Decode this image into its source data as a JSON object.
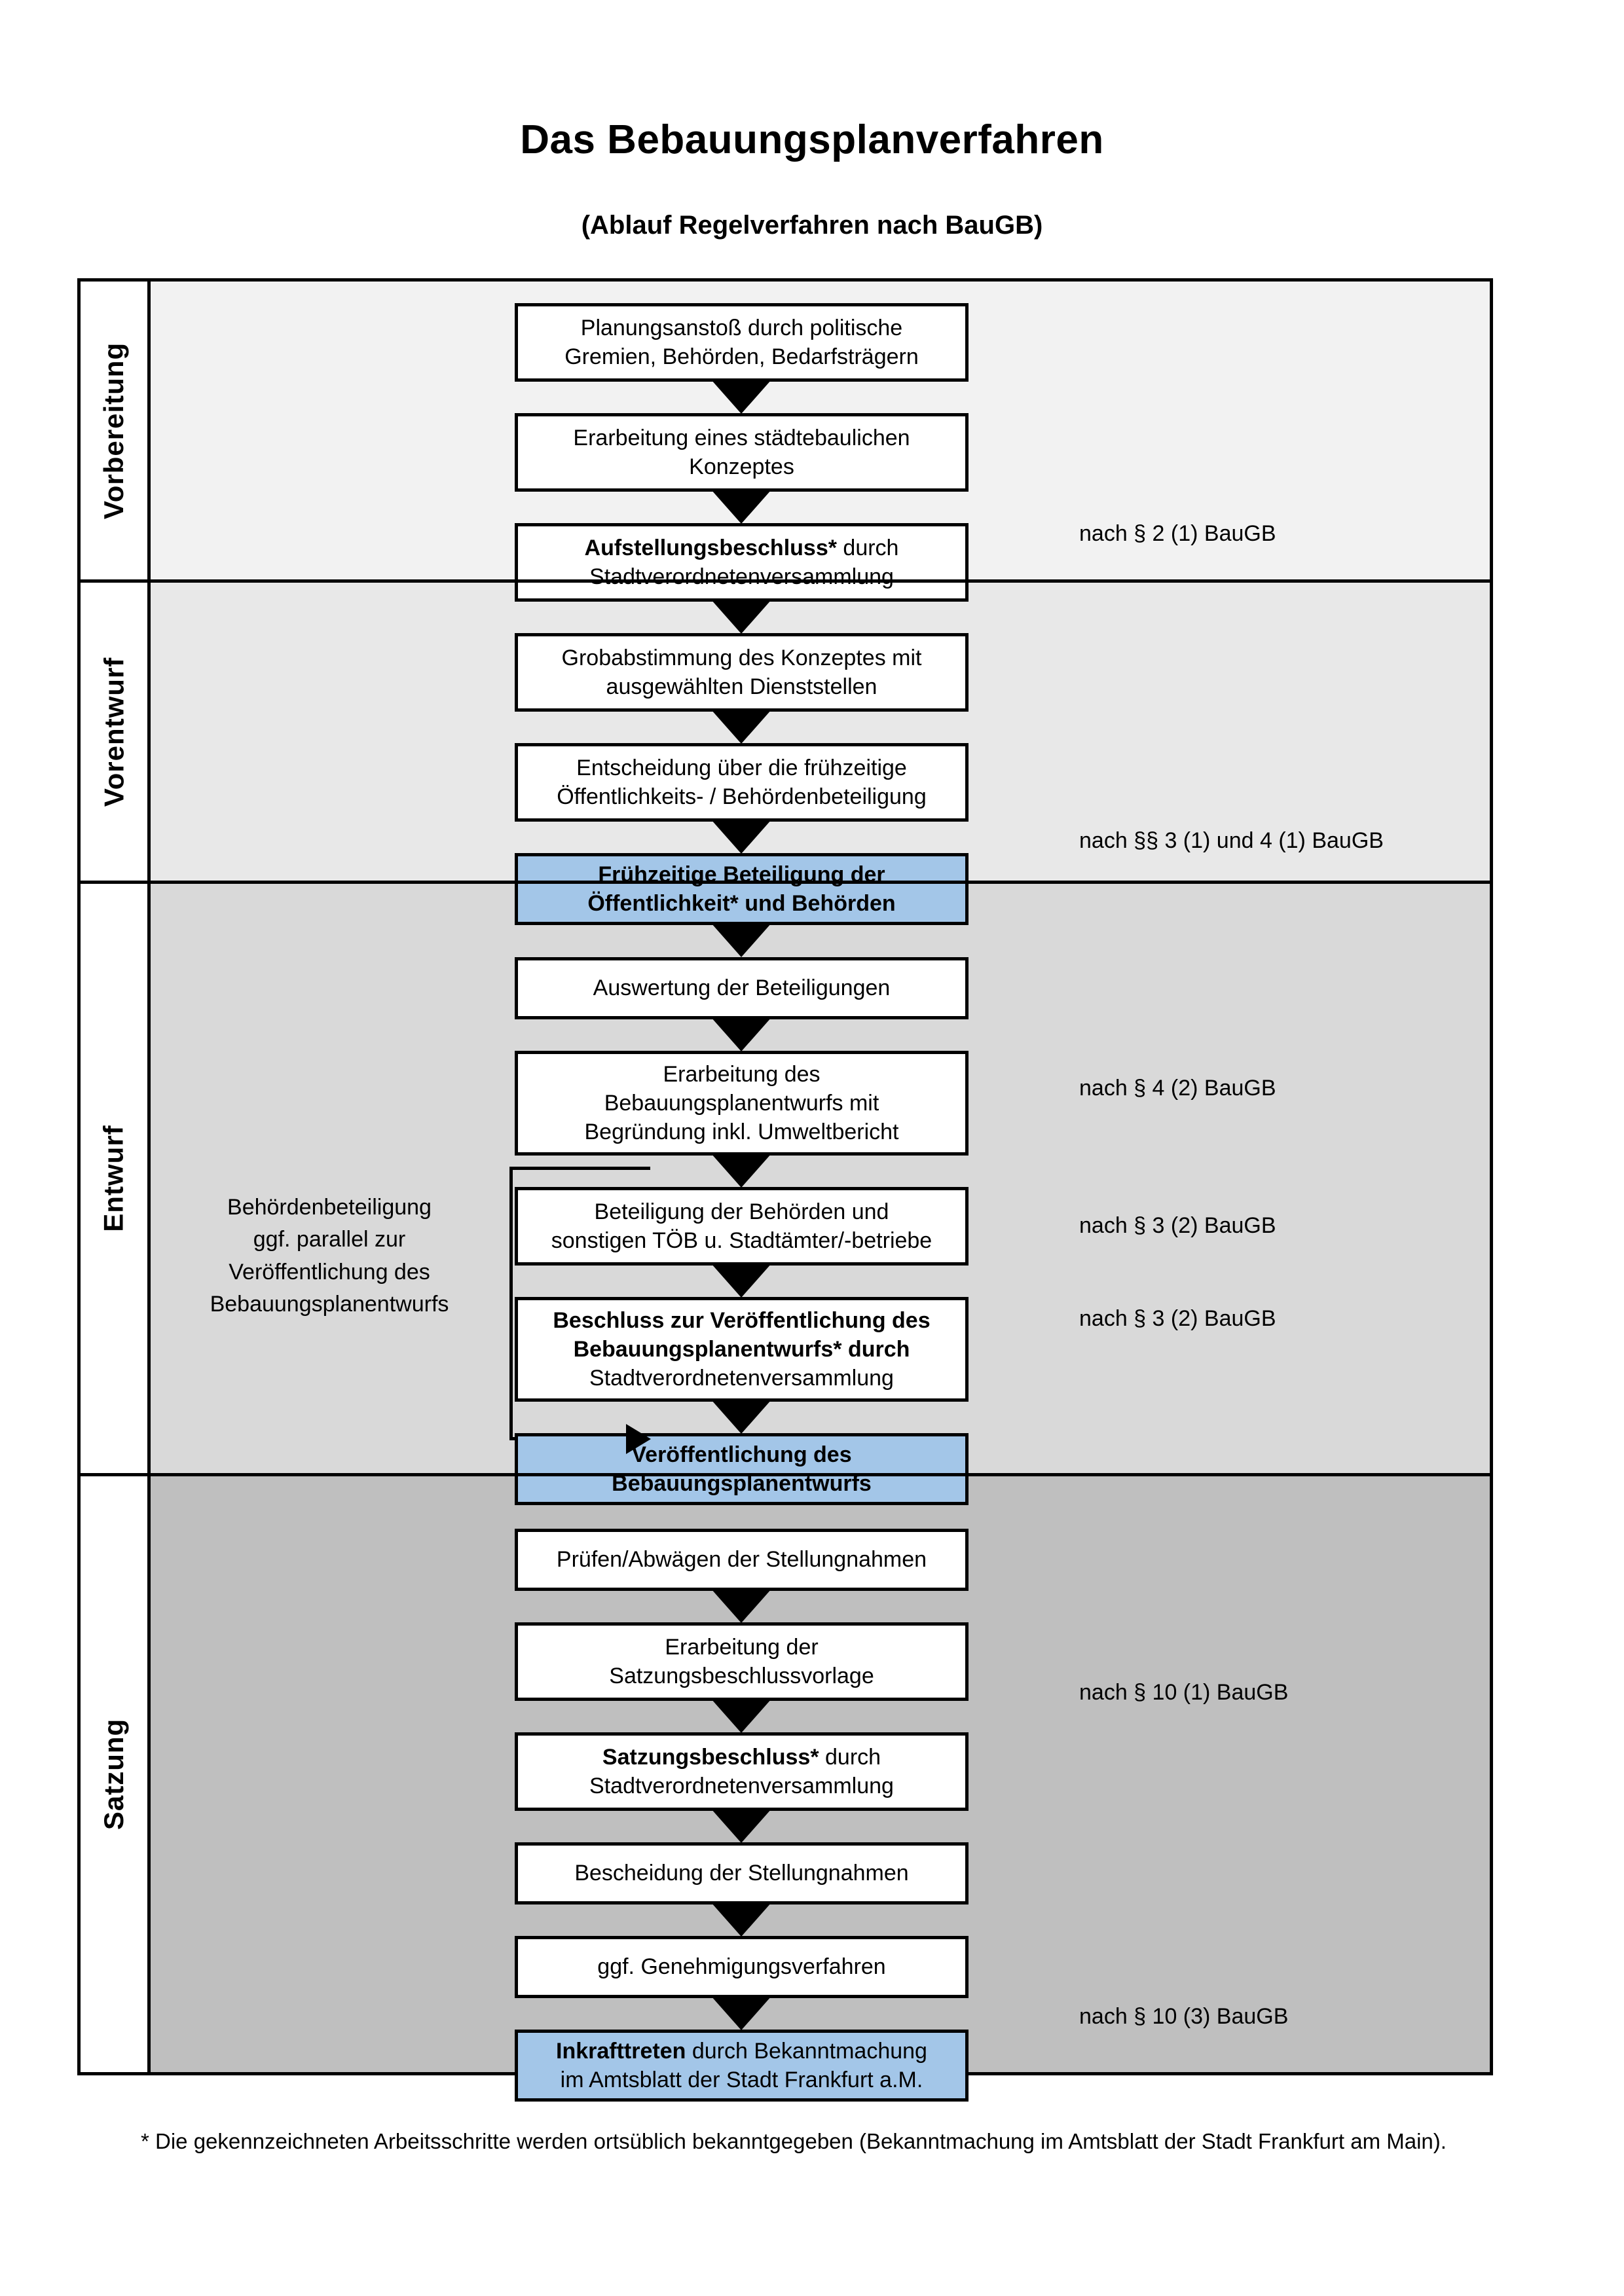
{
  "header": {
    "title": "Das Bebauungsplanverfahren",
    "subtitle": "(Ablauf Regelverfahren nach BauGB)"
  },
  "phases": [
    {
      "key": "vorbereitung",
      "label": "Vorbereitung",
      "band_color": "#f2f2f2"
    },
    {
      "key": "vorentwurf",
      "label": "Vorentwurf",
      "band_color": "#e8e8e8"
    },
    {
      "key": "entwurf",
      "label": "Entwurf",
      "band_color": "#d9d9d9"
    },
    {
      "key": "satzung",
      "label": "Satzung",
      "band_color": "#bfbfbf"
    }
  ],
  "steps": [
    {
      "id": "planungsanstoss",
      "phase": "vorbereitung",
      "lines": [
        "Planungsanstoß durch politische",
        "Gremien, Behörden, Bedarfsträgern"
      ],
      "bold_prefix": "",
      "highlight": false
    },
    {
      "id": "staedtebauliches-konzept",
      "phase": "vorbereitung",
      "lines": [
        "Erarbeitung eines städtebaulichen",
        "Konzeptes"
      ],
      "bold_prefix": "",
      "highlight": false
    },
    {
      "id": "aufstellungsbeschluss",
      "phase": "vorbereitung",
      "lines": [
        "Aufstellungsbeschluss* durch",
        "Stadtverordnetenversammlung"
      ],
      "bold_prefix": "Aufstellungsbeschluss*",
      "highlight": false
    },
    {
      "id": "grobabstimmung",
      "phase": "vorentwurf",
      "lines": [
        "Grobabstimmung des Konzeptes mit",
        "ausgewählten Dienststellen"
      ],
      "bold_prefix": "",
      "highlight": false
    },
    {
      "id": "entscheidung-fruehzeitige-beteiligung",
      "phase": "vorentwurf",
      "lines": [
        "Entscheidung über die frühzeitige",
        "Öffentlichkeits- / Behördenbeteiligung"
      ],
      "bold_prefix": "",
      "highlight": false
    },
    {
      "id": "fruehzeitige-beteiligung",
      "phase": "vorentwurf",
      "lines": [
        "Frühzeitige Beteiligung der",
        "Öffentlichkeit* und Behörden"
      ],
      "bold_prefix": "ALL",
      "highlight": true
    },
    {
      "id": "auswertung-beteiligungen",
      "phase": "entwurf",
      "lines": [
        "Auswertung der Beteiligungen"
      ],
      "bold_prefix": "",
      "highlight": false
    },
    {
      "id": "erarbeitung-bebauungsplanentwurf",
      "phase": "entwurf",
      "lines": [
        "Erarbeitung des",
        "Bebauungsplanentwurfs mit",
        "Begründung inkl. Umweltbericht"
      ],
      "bold_prefix": "",
      "highlight": false
    },
    {
      "id": "beteiligung-behoerden-toeb",
      "phase": "entwurf",
      "lines": [
        "Beteiligung der Behörden und",
        "sonstigen TÖB u. Stadtämter/-betriebe"
      ],
      "bold_prefix": "",
      "highlight": false
    },
    {
      "id": "beschluss-veroeffentlichung",
      "phase": "entwurf",
      "lines": [
        "Beschluss zur Veröffentlichung des",
        "Bebauungsplanentwurfs* durch",
        "Stadtverordnetenversammlung"
      ],
      "bold_prefix": "Beschluss zur Veröffentlichung des Bebauungsplanentwurfs*",
      "highlight": false
    },
    {
      "id": "veroeffentlichung-bebauungsplanentwurf",
      "phase": "entwurf",
      "lines": [
        "Veröffentlichung des",
        "Bebauungsplanentwurfs"
      ],
      "bold_prefix": "ALL",
      "highlight": true
    },
    {
      "id": "pruefen-abwaegen",
      "phase": "satzung",
      "lines": [
        "Prüfen/Abwägen der Stellungnahmen"
      ],
      "bold_prefix": "",
      "highlight": false
    },
    {
      "id": "erarbeitung-satzungsbeschlussvorlage",
      "phase": "satzung",
      "lines": [
        "Erarbeitung der",
        "Satzungsbeschlussvorlage"
      ],
      "bold_prefix": "",
      "highlight": false
    },
    {
      "id": "satzungsbeschluss",
      "phase": "satzung",
      "lines": [
        "Satzungsbeschluss* durch",
        "Stadtverordnetenversammlung"
      ],
      "bold_prefix": "Satzungsbeschluss*",
      "highlight": false
    },
    {
      "id": "bescheidung-stellungnahmen",
      "phase": "satzung",
      "lines": [
        "Bescheidung der Stellungnahmen"
      ],
      "bold_prefix": "",
      "highlight": false
    },
    {
      "id": "genehmigungsverfahren",
      "phase": "satzung",
      "lines": [
        "ggf. Genehmigungsverfahren"
      ],
      "bold_prefix": "",
      "highlight": false
    },
    {
      "id": "inkrafttreten",
      "phase": "satzung",
      "lines": [
        "Inkrafttreten durch Bekanntmachung",
        "im Amtsblatt der Stadt Frankfurt a.M."
      ],
      "bold_prefix": "Inkrafttreten",
      "highlight": true
    }
  ],
  "legal_notes": [
    {
      "id": "note-par2-1",
      "text": "nach § 2 (1) BauGB"
    },
    {
      "id": "note-par3-4-1",
      "text": "nach §§ 3 (1) und 4 (1) BauGB"
    },
    {
      "id": "note-par4-2",
      "text": "nach § 4 (2) BauGB"
    },
    {
      "id": "note-par3-2-a",
      "text": "nach § 3 (2) BauGB"
    },
    {
      "id": "note-par3-2-b",
      "text": "nach § 3 (2) BauGB"
    },
    {
      "id": "note-par10-1",
      "text": "nach § 10 (1) BauGB"
    },
    {
      "id": "note-par10-3",
      "text": "nach § 10 (3) BauGB"
    }
  ],
  "side_note": {
    "lines": [
      "Behördenbeteiligung",
      "ggf. parallel zur",
      "Veröffentlichung des",
      "Bebauungsplanentwurfs"
    ]
  },
  "footnote": {
    "text": "* Die gekennzeichneten Arbeitsschritte werden ortsüblich bekanntgegeben (Bekanntmachung im Amtsblatt  der Stadt Frankfurt am Main)."
  },
  "colors": {
    "highlight_blue": "#a3c6e8",
    "border_black": "#000000",
    "page_white": "#ffffff"
  }
}
